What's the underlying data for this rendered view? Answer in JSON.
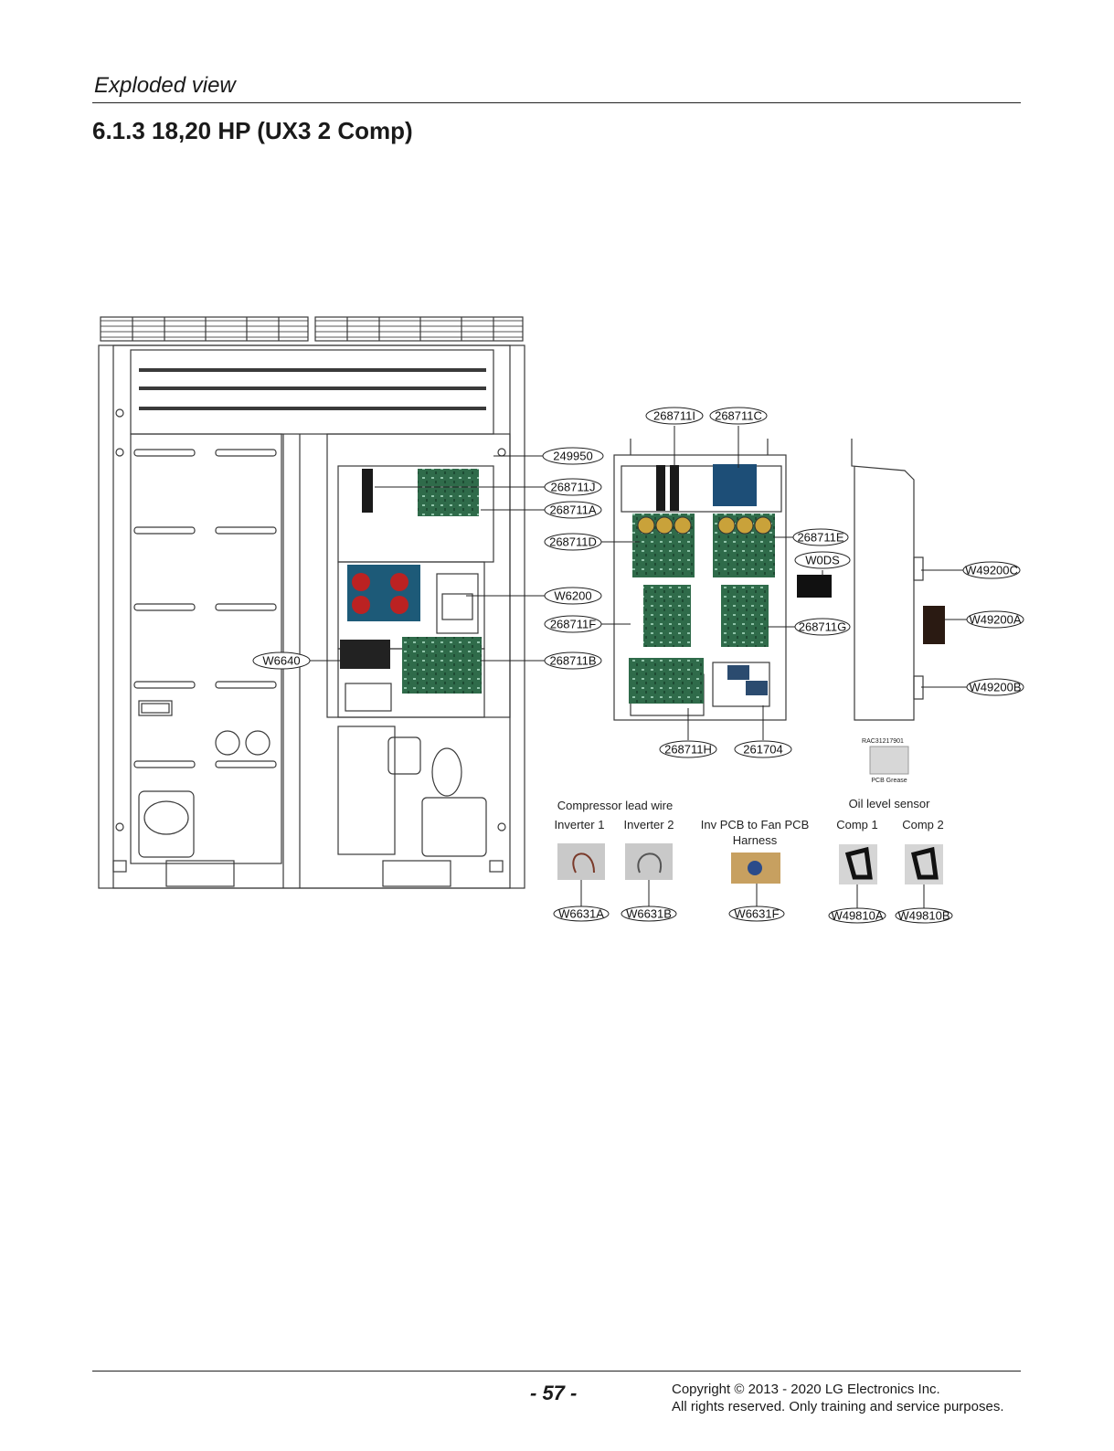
{
  "header": {
    "title": "Exploded view"
  },
  "section": {
    "title": "6.1.3  18,20 HP (UX3 2 Comp)"
  },
  "callouts": {
    "c249950": "249950",
    "c268711J": "268711J",
    "c268711A": "268711A",
    "c268711D": "268711D",
    "c268711I": "268711I",
    "c268711C": "268711C",
    "c268711E": "268711E",
    "cW0DS": "W0DS",
    "cW6200": "W6200",
    "c268711F": "268711F",
    "c268711G": "268711G",
    "cW6640": "W6640",
    "c268711B": "268711B",
    "c268711H": "268711H",
    "c261704": "261704",
    "cW49200C": "W49200C",
    "cW49200A": "W49200A",
    "cW49200B": "W49200B",
    "cW6631A": "W6631A",
    "cW6631B": "W6631B",
    "cW6631F": "W6631F",
    "cW49810A": "W49810A",
    "cW49810B": "W49810B"
  },
  "captions": {
    "compressor_lead_wire": "Compressor lead wire",
    "inverter_1": "Inverter 1",
    "inverter_2": "Inverter 2",
    "harness_line1": "Inv PCB to Fan PCB",
    "harness_line2": "Harness",
    "oil_level_sensor": "Oil level sensor",
    "comp_1": "Comp 1",
    "comp_2": "Comp 2",
    "rac_code": "RAC31217901",
    "pcb_grease": "PCB Grease"
  },
  "footer": {
    "page_number": "- 57 -",
    "copyright_line1": "Copyright © 2013 - 2020 LG Electronics Inc.",
    "copyright_line2": "All rights reserved. Only training and service purposes."
  },
  "colors": {
    "pcb_green": "#2f6b4a",
    "line": "#3a3a3a",
    "capacitor": "#c9a23a"
  }
}
